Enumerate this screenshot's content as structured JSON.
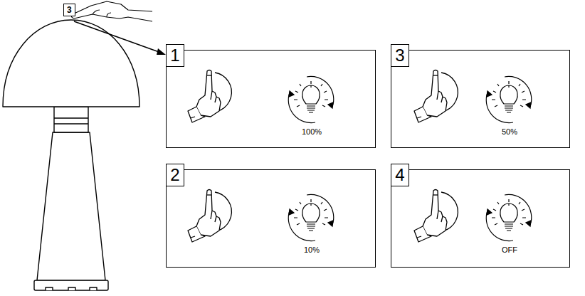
{
  "diagram": {
    "nodes": [
      {
        "text": [
          "1",
          "100%"
        ]
      },
      {
        "text": [
          "3",
          "50%"
        ]
      },
      {
        "text": [
          "2",
          "10%"
        ]
      },
      {
        "text": [
          "4",
          "OFF"
        ]
      }
    ],
    "labels": [
      "3"
    ]
  }
}
